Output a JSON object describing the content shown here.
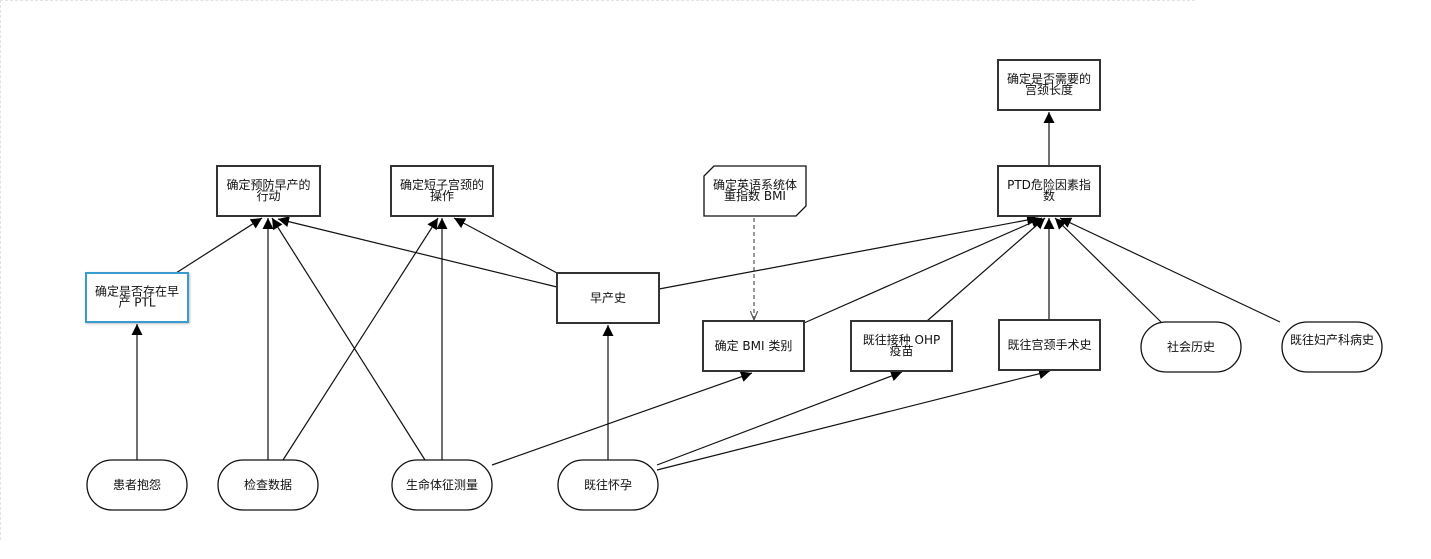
{
  "diagram": {
    "nodes": [
      {
        "id": "n_action_prevent",
        "kind": "decision",
        "lines": [
          "确定预防早产的",
          "行动"
        ]
      },
      {
        "id": "n_short_cervix",
        "kind": "decision",
        "lines": [
          "确定短子宫颈的",
          "操作"
        ]
      },
      {
        "id": "n_bmi_knowledge",
        "kind": "knowledge",
        "lines": [
          "确定英语系统体",
          "重指数 BMI"
        ]
      },
      {
        "id": "n_need_cervical",
        "kind": "decision",
        "lines": [
          "确定是否需要的",
          "宫颈长度"
        ]
      },
      {
        "id": "n_ptd_risk",
        "kind": "decision",
        "lines": [
          "PTD危险因素指",
          "数"
        ]
      },
      {
        "id": "n_ptl",
        "kind": "decision",
        "selected": true,
        "lines": [
          "确定是否存在早",
          "产 PTL"
        ]
      },
      {
        "id": "n_preterm_history",
        "kind": "decision",
        "lines": [
          "早产史"
        ]
      },
      {
        "id": "n_bmi_category",
        "kind": "decision",
        "lines": [
          "确定 BMI 类别"
        ]
      },
      {
        "id": "n_ohp_vaccine",
        "kind": "decision",
        "lines": [
          "既往接种 OHP",
          "疫苗"
        ]
      },
      {
        "id": "n_cervical_surgery",
        "kind": "decision",
        "lines": [
          "既往宫颈手术史"
        ]
      },
      {
        "id": "n_social_history",
        "kind": "input",
        "lines": [
          "社会历史"
        ]
      },
      {
        "id": "n_obgyn_history",
        "kind": "input",
        "lines": [
          "既往妇产科病史"
        ]
      },
      {
        "id": "n_complaint",
        "kind": "input",
        "lines": [
          "患者抱怨"
        ]
      },
      {
        "id": "n_exam_data",
        "kind": "input",
        "lines": [
          "检查数据"
        ]
      },
      {
        "id": "n_vitals",
        "kind": "input",
        "lines": [
          "生命体征测量"
        ]
      },
      {
        "id": "n_prev_pregnancy",
        "kind": "input",
        "lines": [
          "既往怀孕"
        ]
      }
    ],
    "edges": [
      {
        "from": "n_ptl",
        "to": "n_action_prevent",
        "style": "information"
      },
      {
        "from": "n_exam_data",
        "to": "n_action_prevent",
        "style": "information"
      },
      {
        "from": "n_vitals",
        "to": "n_action_prevent",
        "style": "information"
      },
      {
        "from": "n_preterm_history",
        "to": "n_action_prevent",
        "style": "information"
      },
      {
        "from": "n_exam_data",
        "to": "n_short_cervix",
        "style": "information"
      },
      {
        "from": "n_vitals",
        "to": "n_short_cervix",
        "style": "information"
      },
      {
        "from": "n_preterm_history",
        "to": "n_short_cervix",
        "style": "information"
      },
      {
        "from": "n_complaint",
        "to": "n_ptl",
        "style": "information"
      },
      {
        "from": "n_prev_pregnancy",
        "to": "n_preterm_history",
        "style": "information"
      },
      {
        "from": "n_bmi_knowledge",
        "to": "n_bmi_category",
        "style": "authority"
      },
      {
        "from": "n_vitals",
        "to": "n_bmi_category",
        "style": "information"
      },
      {
        "from": "n_prev_pregnancy",
        "to": "n_ohp_vaccine",
        "style": "information"
      },
      {
        "from": "n_prev_pregnancy",
        "to": "n_cervical_surgery",
        "style": "information"
      },
      {
        "from": "n_ptd_risk",
        "to": "n_need_cervical",
        "style": "information"
      },
      {
        "from": "n_preterm_history",
        "to": "n_ptd_risk",
        "style": "information"
      },
      {
        "from": "n_bmi_category",
        "to": "n_ptd_risk",
        "style": "information"
      },
      {
        "from": "n_ohp_vaccine",
        "to": "n_ptd_risk",
        "style": "information"
      },
      {
        "from": "n_cervical_surgery",
        "to": "n_ptd_risk",
        "style": "information"
      },
      {
        "from": "n_social_history",
        "to": "n_ptd_risk",
        "style": "information"
      },
      {
        "from": "n_obgyn_history",
        "to": "n_ptd_risk",
        "style": "information"
      }
    ],
    "colors": {
      "selected_border": "#3a9bd0",
      "node_border": "#333333",
      "edge": "#111111"
    }
  }
}
